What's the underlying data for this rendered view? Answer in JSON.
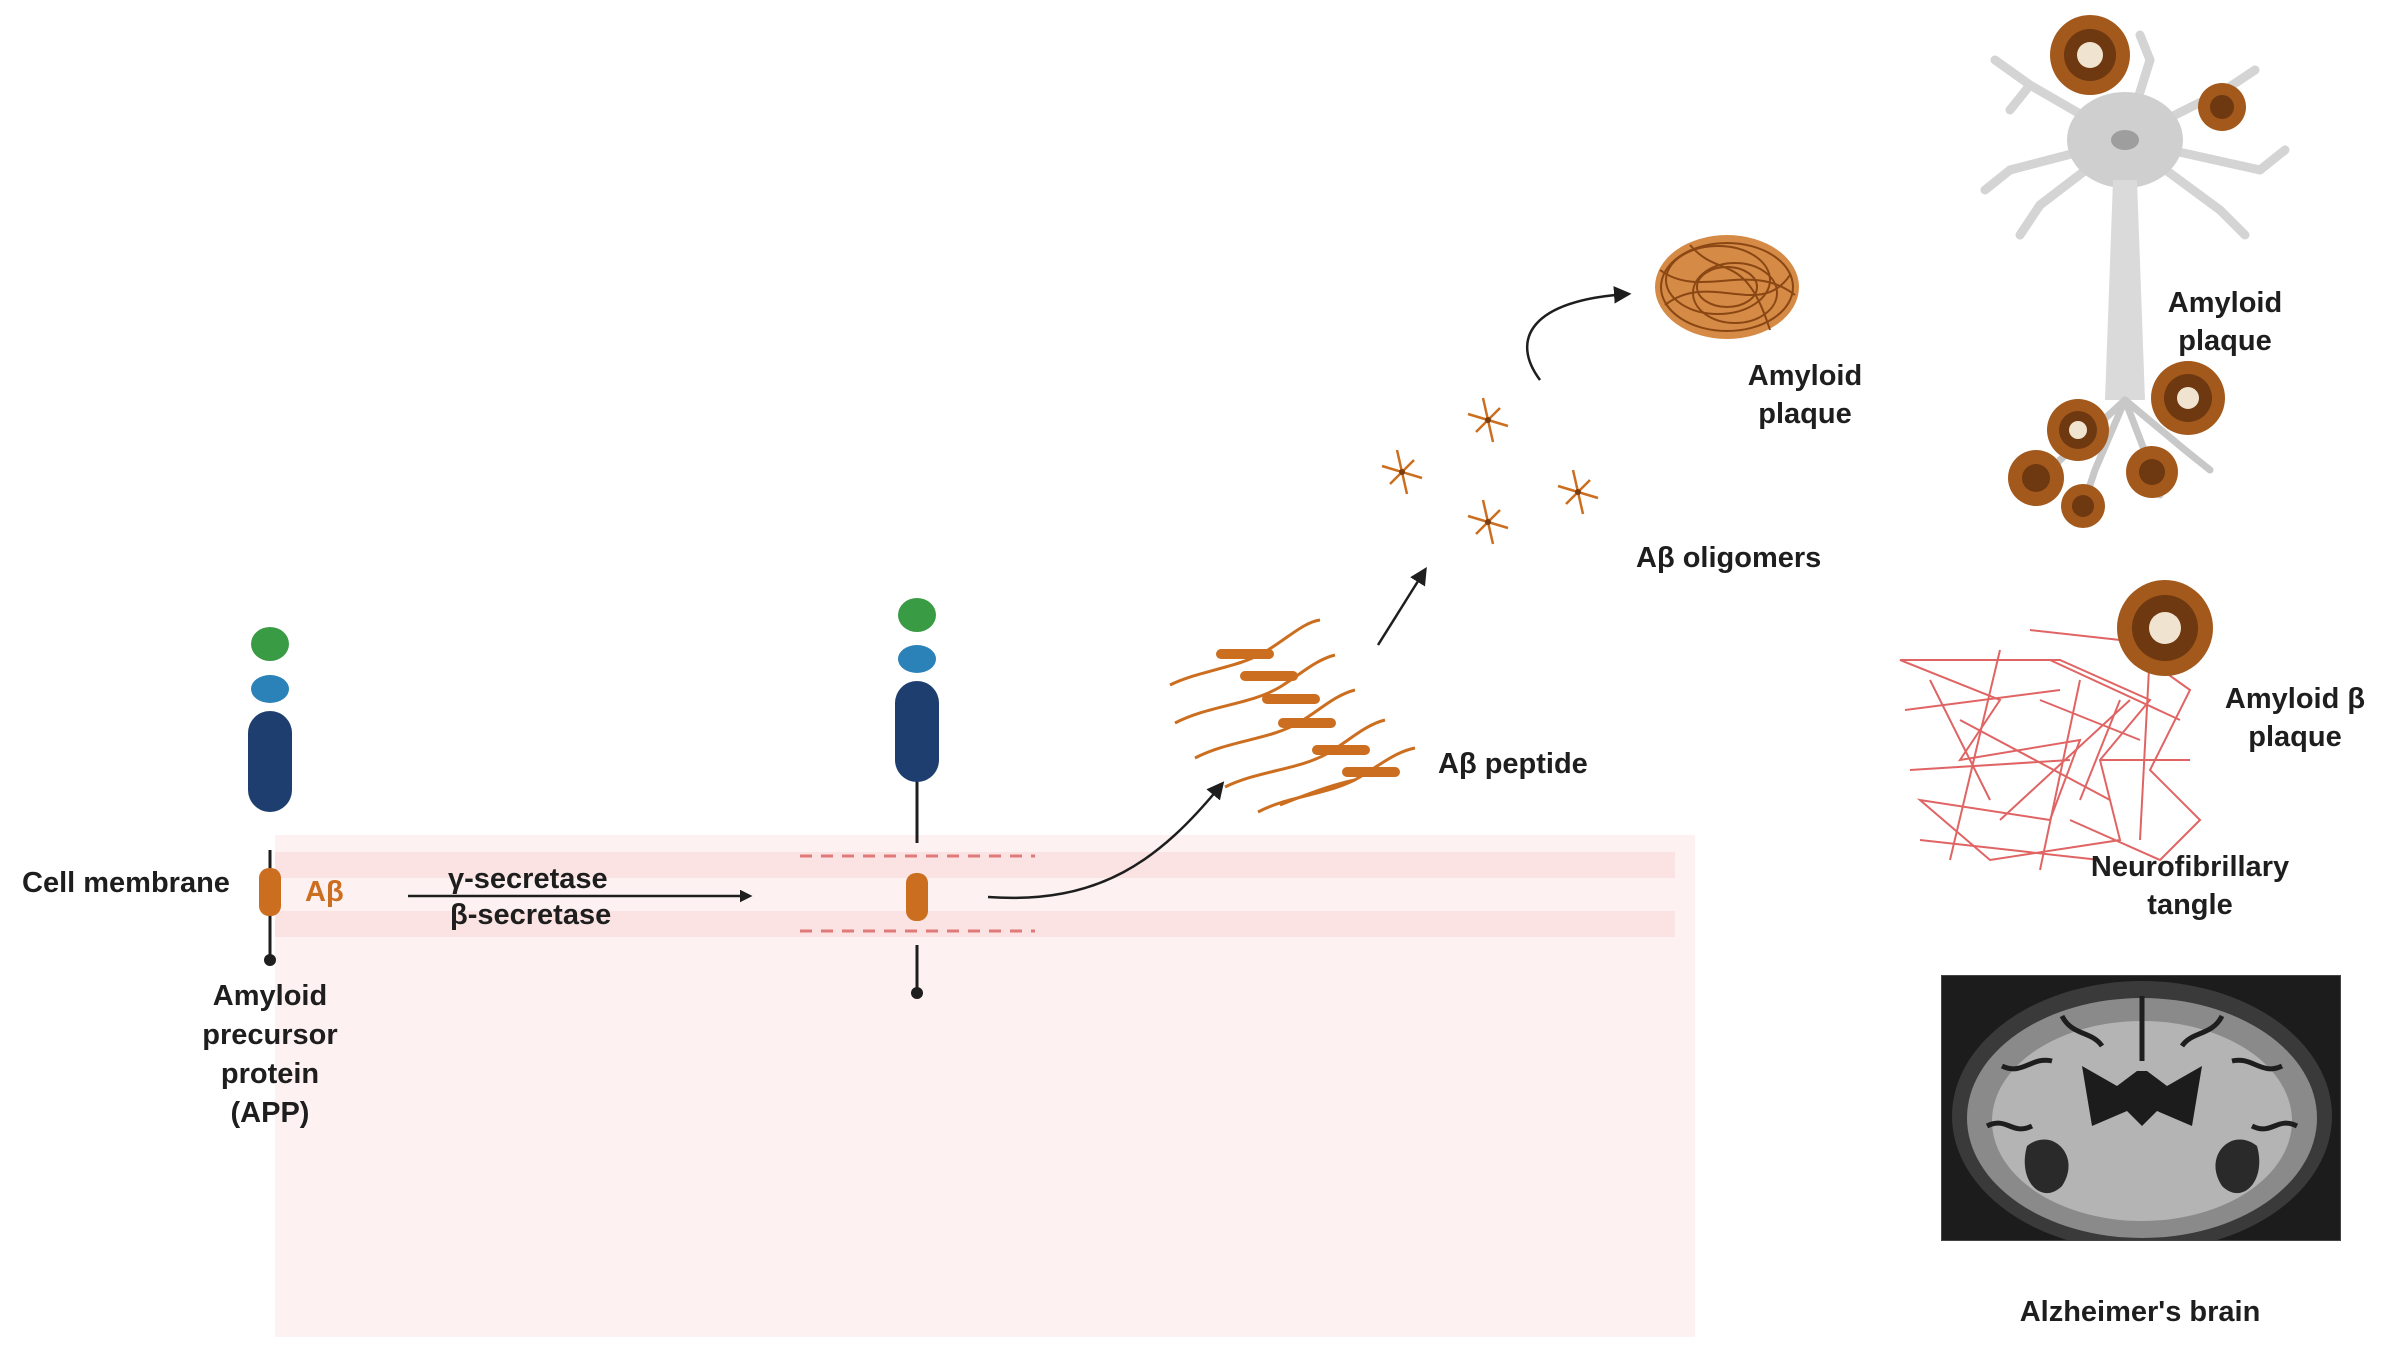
{
  "labels": {
    "cell_membrane": "Cell membrane",
    "abeta_tag": "Aβ",
    "gamma_secretase": "γ-secretase",
    "beta_secretase": "β-secretase",
    "app_line1": "Amyloid",
    "app_line2": "precursor",
    "app_line3": "protein",
    "app_line4": "(APP)",
    "abeta_peptide": "Aβ peptide",
    "abeta_oligomers": "Aβ oligomers",
    "plaque_mid_line1": "Amyloid",
    "plaque_mid_line2": "plaque",
    "plaque_neuron_line1": "Amyloid",
    "plaque_neuron_line2": "plaque",
    "plaque_beta_line1": "Amyloid β",
    "plaque_beta_line2": "plaque",
    "tangle_line1": "Neurofibrillary",
    "tangle_line2": "tangle",
    "brain_caption": "Alzheimer's brain"
  },
  "colors": {
    "membrane_band": "#fbe3e3",
    "membrane_bg": "#fdf1f1",
    "protein_green": "#3a9b45",
    "protein_teal": "#2a82b8",
    "protein_navy": "#1e3e70",
    "abeta_orange": "#cc6e1f",
    "plaque_brown": "#a3591c",
    "tangle_red": "#e06464",
    "neuron_gray": "#d4d4d4"
  }
}
